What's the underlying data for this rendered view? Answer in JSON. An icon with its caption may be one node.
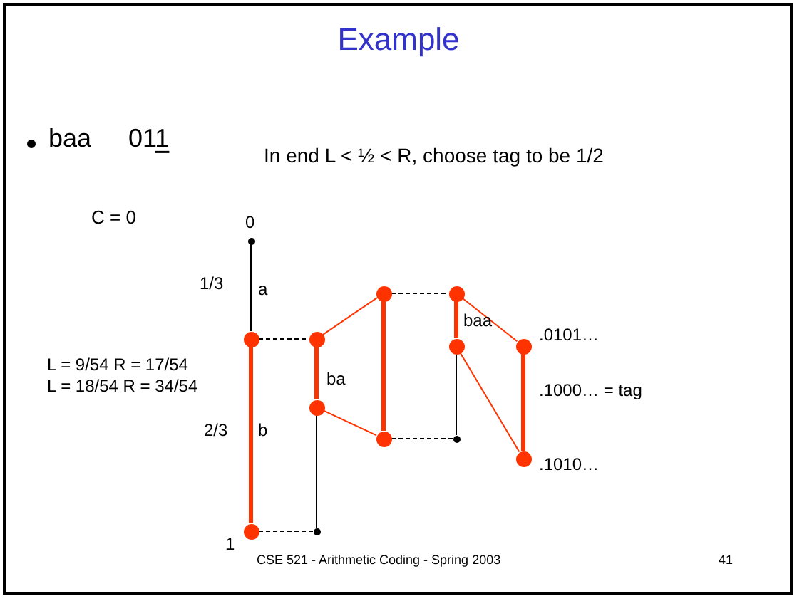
{
  "diagram": {
    "title": "Example",
    "nodes": [
      {
        "text": [],
        "shape": "circle"
      },
      {
        "text": [],
        "shape": "circle"
      },
      {
        "text": [],
        "shape": "circle"
      },
      {
        "text": [],
        "shape": "circle"
      },
      {
        "text": [],
        "shape": "circle"
      },
      {
        "text": [],
        "shape": "circle"
      },
      {
        "text": [],
        "shape": "circle"
      },
      {
        "text": [],
        "shape": "circle"
      },
      {
        "text": [],
        "shape": "circle"
      },
      {
        "text": [],
        "shape": "circle"
      },
      {
        "text": [],
        "shape": "circle"
      },
      {
        "text": [],
        "shape": "circle"
      },
      {
        "text": [],
        "shape": "circle"
      }
    ],
    "edges": [
      {
        "from": 0,
        "to": 1,
        "arrow": "none",
        "color": "#000000"
      },
      {
        "from": 1,
        "to": 2,
        "arrow": "none",
        "style": "thick"
      },
      {
        "from": 1,
        "to": 3,
        "arrow": "none",
        "style": "dashed",
        "color": "#000000"
      },
      {
        "from": 2,
        "to": 5,
        "arrow": "none",
        "style": "dashed",
        "color": "#000000"
      },
      {
        "from": 3,
        "to": 4,
        "arrow": "none",
        "style": "thick"
      },
      {
        "from": 4,
        "to": 5,
        "arrow": "none",
        "color": "#000000"
      },
      {
        "from": 3,
        "to": 6,
        "arrow": "none"
      },
      {
        "from": 4,
        "to": 7,
        "arrow": "none"
      },
      {
        "from": 6,
        "to": 7,
        "arrow": "none",
        "style": "thick"
      },
      {
        "from": 6,
        "to": 8,
        "arrow": "none",
        "style": "dashed",
        "color": "#000000"
      },
      {
        "from": 7,
        "to": 10,
        "arrow": "none",
        "style": "dashed",
        "color": "#000000"
      },
      {
        "from": 8,
        "to": 9,
        "arrow": "none",
        "style": "thick"
      },
      {
        "from": 9,
        "to": 10,
        "arrow": "none",
        "color": "#000000"
      },
      {
        "from": 8,
        "to": 11,
        "arrow": "none"
      },
      {
        "from": 9,
        "to": 12,
        "arrow": "none"
      },
      {
        "from": 11,
        "to": 12,
        "arrow": "none",
        "style": "thick"
      }
    ],
    "labels": [
      "baa",
      "011",
      "In end L < ½ < R, choose tag to be 1/2",
      "C = 0",
      "0",
      "1/3",
      "a",
      "baa",
      ".0101…",
      "L = 9/54 R = 17/54",
      "ba",
      "L = 18/54 R = 34/54",
      ".1000… = tag",
      "2/3",
      "b",
      ".1010…",
      "1",
      "CSE 521 - Arithmetic Coding - Spring 2003",
      "41"
    ]
  }
}
